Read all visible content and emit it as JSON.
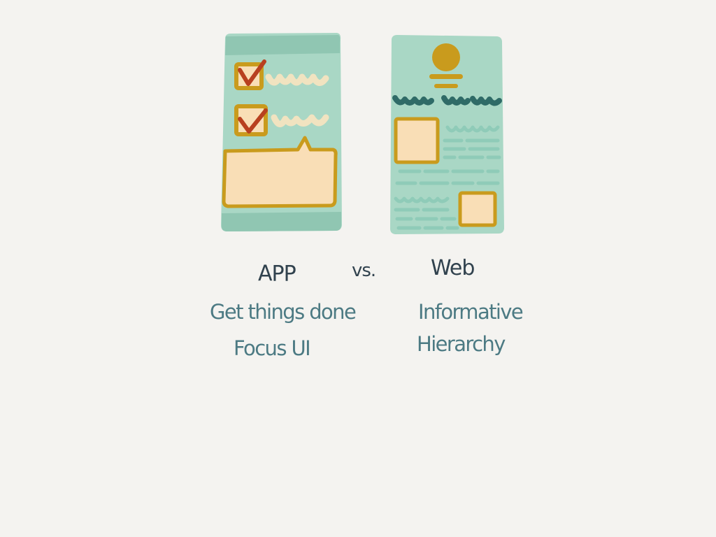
{
  "colors": {
    "background": "#f4f3f0",
    "phone_fill": "#a9d7c5",
    "phone_bar": "#90c6b2",
    "gold": "#c99b1d",
    "cream": "#f9deb6",
    "check_red": "#b8401f",
    "squiggle_cream": "#f1e3c0",
    "squiggle_dark_teal": "#2f6b67",
    "light_line": "#8fcbb8",
    "heading_text": "#31424e",
    "sub_text": "#4c7a83"
  },
  "app_mockup": {
    "items": [
      {
        "checked": true,
        "icon": "checkmark-icon"
      },
      {
        "checked": true,
        "icon": "checkmark-icon"
      }
    ],
    "bubble_icon": "speech-bubble-icon"
  },
  "web_mockup": {
    "logo_icon": "sun-circle-icon"
  },
  "labels": {
    "app": "APP",
    "vs": "vs.",
    "web": "Web",
    "app_line1": "Get things done",
    "app_line2": "Focus UI",
    "web_line1": "Informative",
    "web_line2": "Hierarchy"
  }
}
